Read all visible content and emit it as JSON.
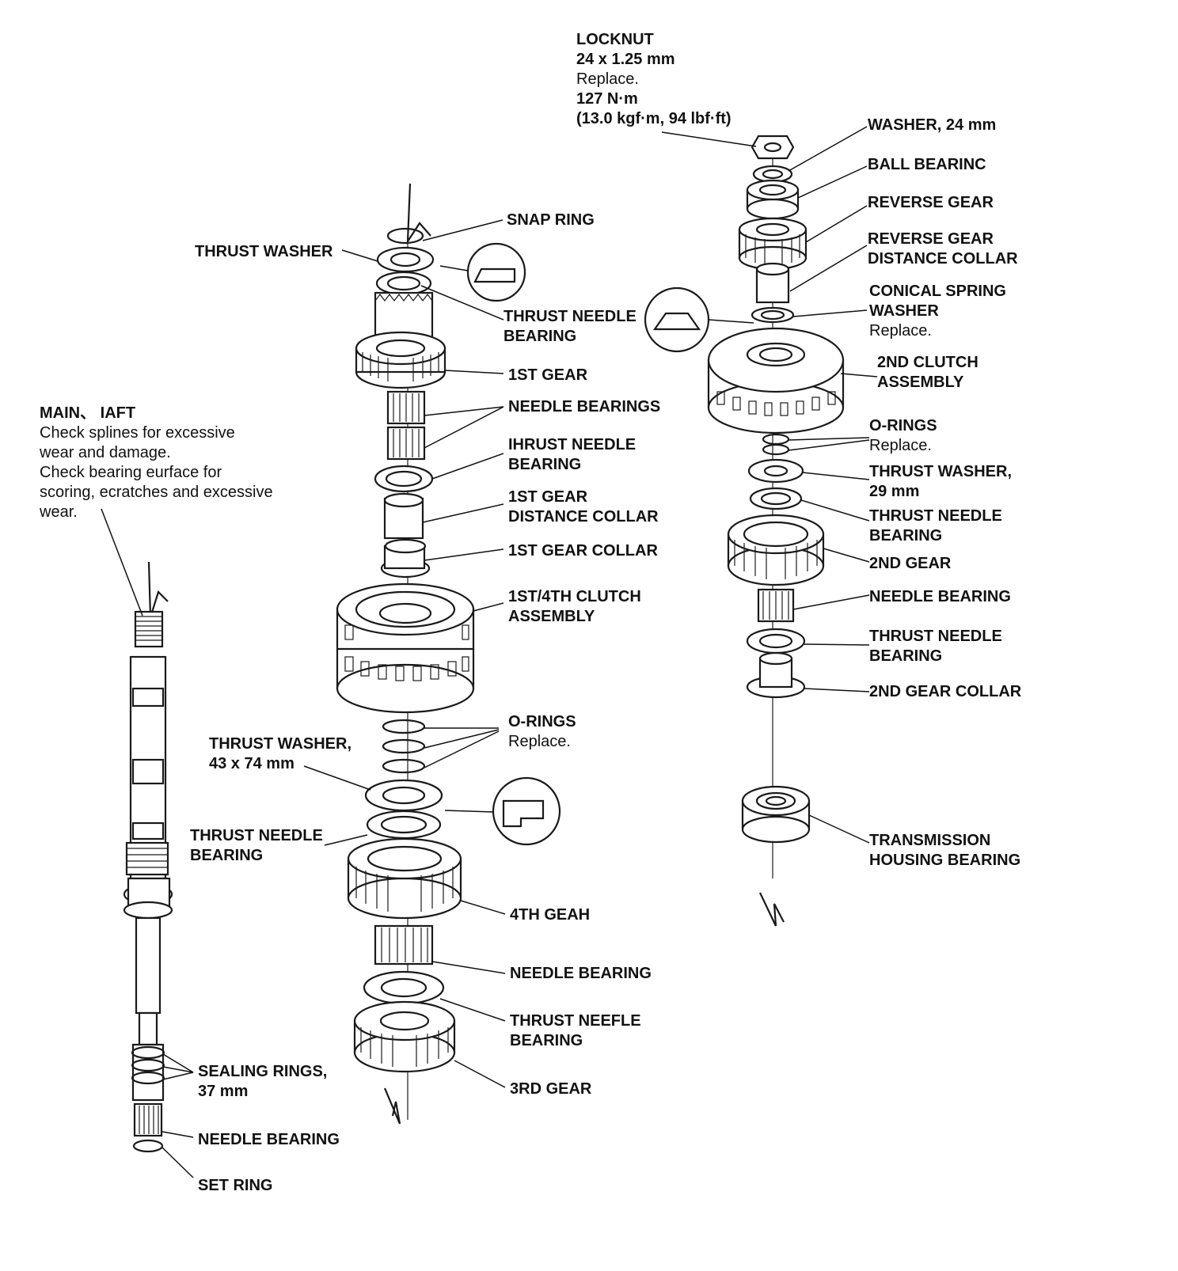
{
  "labels": {
    "locknut": [
      "LOCKNUT",
      "24 x 1.25 mm",
      "Replace.",
      "127 N·m",
      "(13.0 kgf·m, 94 lbf·ft)"
    ],
    "washer_24": [
      "WASHER, 24 mm"
    ],
    "ball_bearing": [
      "BALL BEARINC"
    ],
    "reverse_gear": [
      "REVERSE GEAR"
    ],
    "reverse_gear_collar": [
      "REVERSE GEAR",
      "DISTANCE COLLAR"
    ],
    "conical_spring_washer": [
      "CONICAL SPRING",
      "WASHER",
      "Replace."
    ],
    "second_clutch": [
      "2ND CLUTCH",
      "ASSEMBLY"
    ],
    "o_rings_right": [
      "O-RINGS",
      "Replace."
    ],
    "thrust_washer_29": [
      "THRUST WASHER,",
      "29 mm"
    ],
    "thrust_needle_right_1": [
      "THRUST NEEDLE",
      "BEARING"
    ],
    "second_gear": [
      "2ND GEAR"
    ],
    "needle_bearing_right": [
      "NEEDLE BEARING"
    ],
    "thrust_needle_right_2": [
      "THRUST NEEDLE",
      "BEARING"
    ],
    "second_gear_collar": [
      "2ND GEAR COLLAR"
    ],
    "transmission_housing_bearing": [
      "TRANSMISSION",
      "HOUSING BEARING"
    ],
    "snap_ring": [
      "SNAP RING"
    ],
    "thrust_washer_top": [
      "THRUST WASHER"
    ],
    "thrust_needle_top": [
      "THRUST NEEDLE",
      "BEARING"
    ],
    "first_gear": [
      "1ST GEAR"
    ],
    "needle_bearings": [
      "NEEDLE BEARINGS"
    ],
    "thrust_needle_mid": [
      "IHRUST NEEDLE",
      "BEARING"
    ],
    "first_gear_distance_collar": [
      "1ST GEAR",
      "DISTANCE COLLAR"
    ],
    "first_gear_collar": [
      "1ST GEAR COLLAR"
    ],
    "first_fourth_clutch": [
      "1ST/4TH CLUTCH",
      "ASSEMBLY"
    ],
    "o_rings_mid": [
      "O-RINGS",
      "Replace."
    ],
    "thrust_washer_43": [
      "THRUST WASHER,",
      "43 x 74 mm"
    ],
    "thrust_needle_low": [
      "THRUST NEEDLE",
      "BEARING"
    ],
    "fourth_gear": [
      "4TH GEAH"
    ],
    "needle_bearing_mid": [
      "NEEDLE BEARING"
    ],
    "thrust_needle_bottom": [
      "THRUST NEEFLE",
      "BEARING"
    ],
    "third_gear": [
      "3RD GEAR"
    ],
    "mainshaft": [
      "MAIN、 IAFT",
      "Check splines for excessive",
      "wear and damage.",
      "Check bearing eurface for",
      "scoring, ecratches and excessive",
      "wear."
    ],
    "sealing_rings": [
      "SEALING RINGS,",
      "37 mm"
    ],
    "needle_bearing_left": [
      "NEEDLE BEARING"
    ],
    "set_ring": [
      "SET RING"
    ]
  },
  "icons": {
    "detail_top": "thrust-washer-profile-icon",
    "detail_conical": "conical-washer-profile-icon",
    "detail_mid": "thrust-washer-stepped-profile-icon"
  }
}
